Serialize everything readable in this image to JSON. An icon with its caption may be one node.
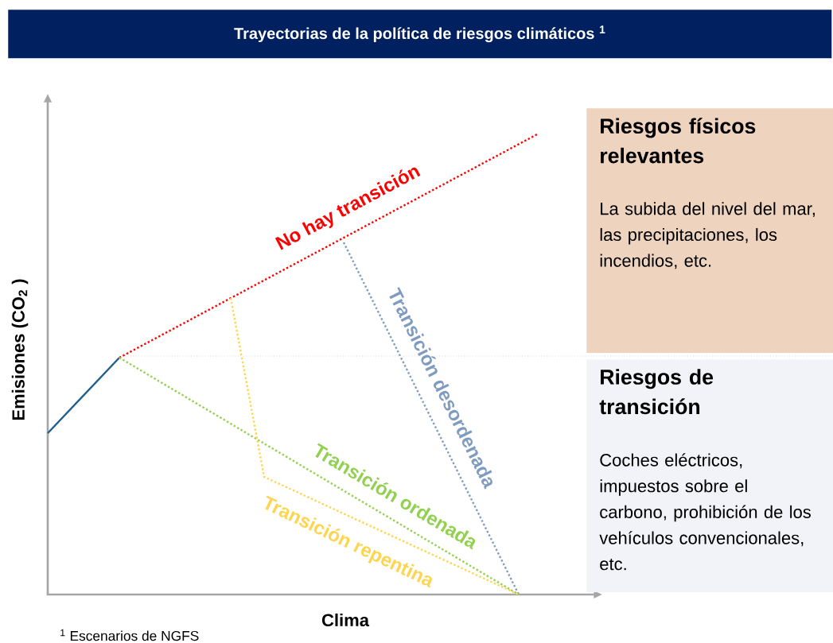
{
  "diagram": {
    "nodes": [
      {
        "text": [
          "Trayectorias de la política de riesgos climáticos $^{1}$"
        ]
      },
      {
        "text": [
          "Riesgos físicos relevantes",
          "La subida del nivel del mar, las precipitaciones, los incendios, etc."
        ]
      },
      {
        "text": [
          "Riesgos de transición",
          "Coches eléctricos, impuestos sobre el carbono, prohibición de los vehículos convencionales, etc."
        ]
      }
    ],
    "labels": [
      "No hay transición",
      "Transición desordenada",
      "Transición ordenada",
      "Transición repentina",
      "Emisiones (CO$_{2}$ )",
      "Clima",
      "$^{1}$ Escenarios de NGFS"
    ]
  }
}
